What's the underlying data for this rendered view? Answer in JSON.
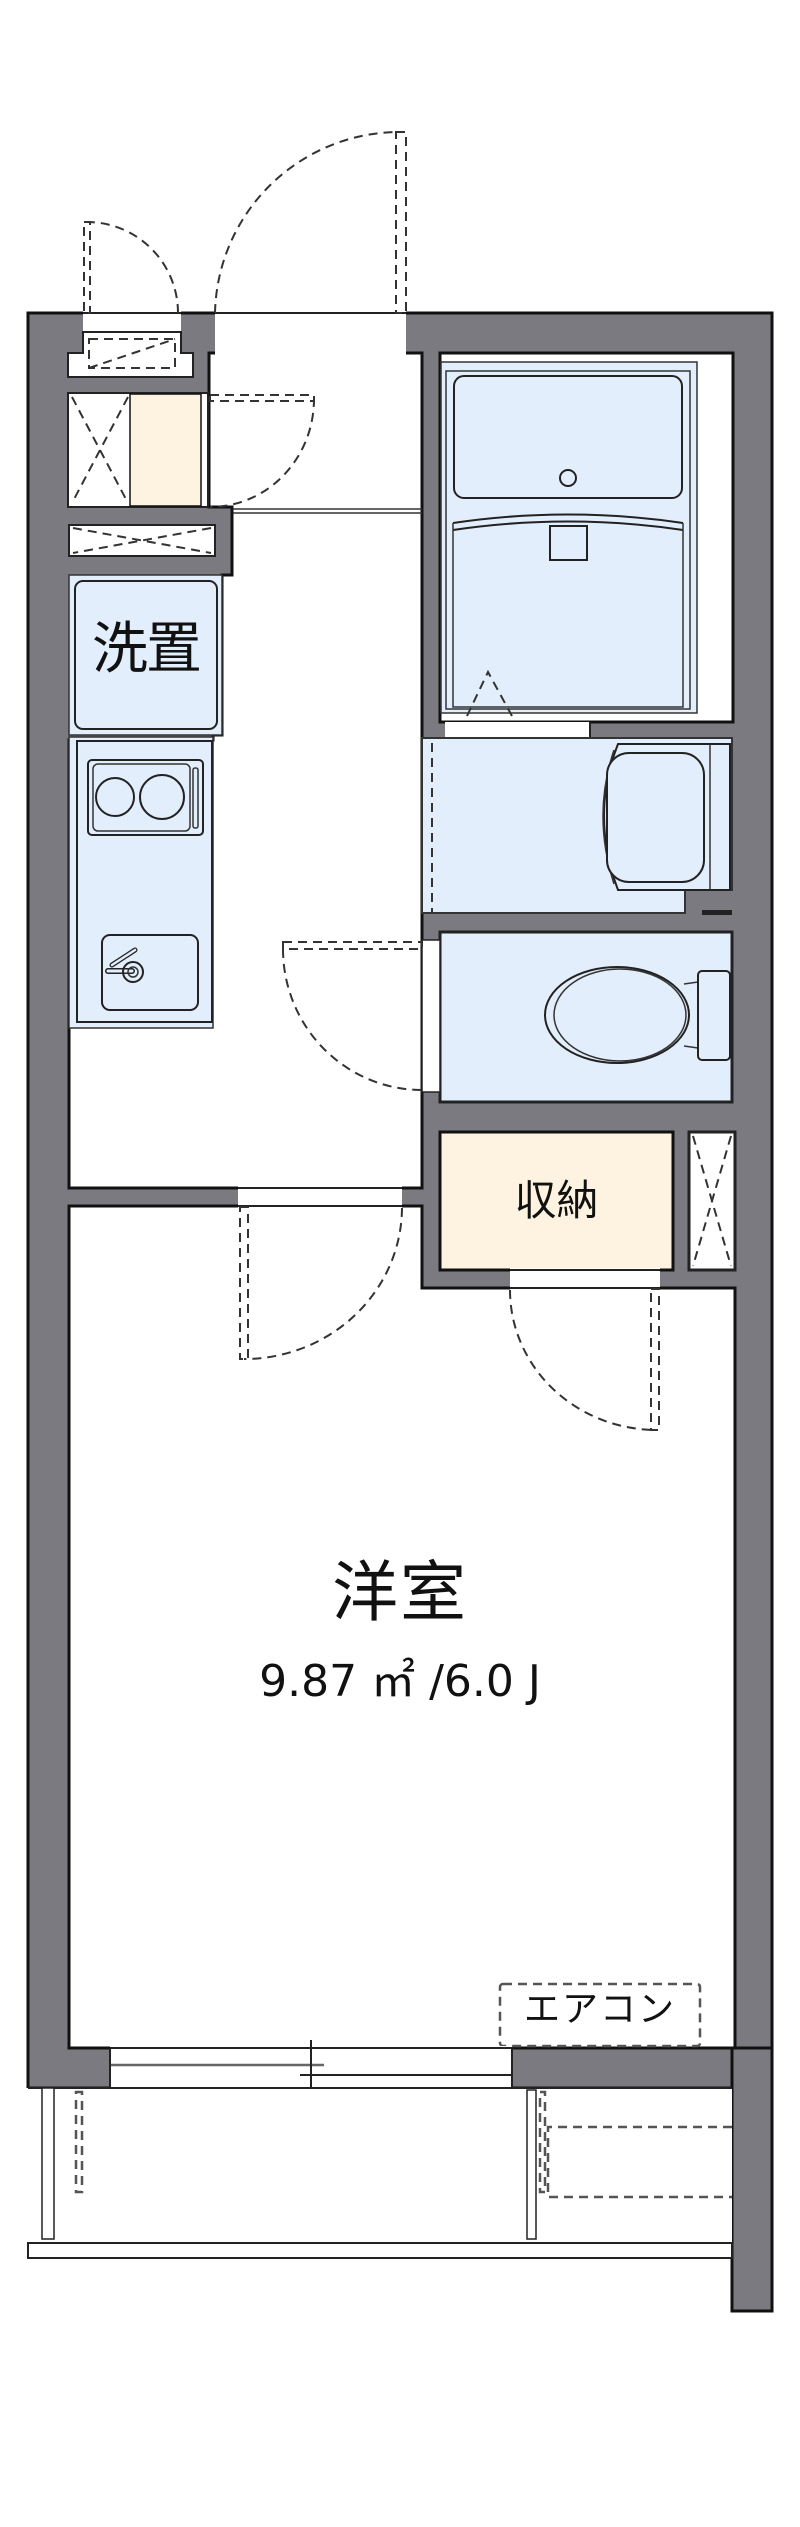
{
  "floor_plan": {
    "rooms": [
      {
        "id": "washer",
        "label": "洗置"
      },
      {
        "id": "storage",
        "label": "収納"
      },
      {
        "id": "western_room",
        "label": "洋室",
        "area": "9.87 ㎡ /6.0 J"
      }
    ],
    "fixtures": [
      {
        "id": "aircon",
        "label": "エアコン"
      },
      {
        "id": "bathtub",
        "label": ""
      },
      {
        "id": "washbasin",
        "label": ""
      },
      {
        "id": "toilet",
        "label": ""
      },
      {
        "id": "kitchen",
        "label": ""
      },
      {
        "id": "shoe_cabinet",
        "label": ""
      }
    ],
    "colors": {
      "wall": "#7b7a80",
      "wet_area": "#e3eefc",
      "storage": "#fdf3e0",
      "floor": "#ffffff"
    }
  }
}
